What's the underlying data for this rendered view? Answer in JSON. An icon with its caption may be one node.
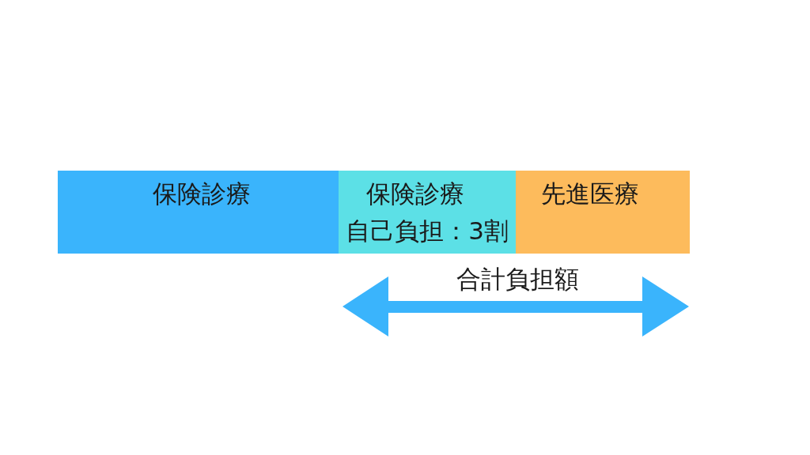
{
  "diagram": {
    "nodes": [
      {
        "text": [
          "保険診療"
        ]
      },
      {
        "text": [
          "保険診療",
          "自己負担：3割"
        ]
      },
      {
        "text": [
          "先進医療"
        ]
      }
    ],
    "labels": [
      "合計負担額"
    ]
  }
}
